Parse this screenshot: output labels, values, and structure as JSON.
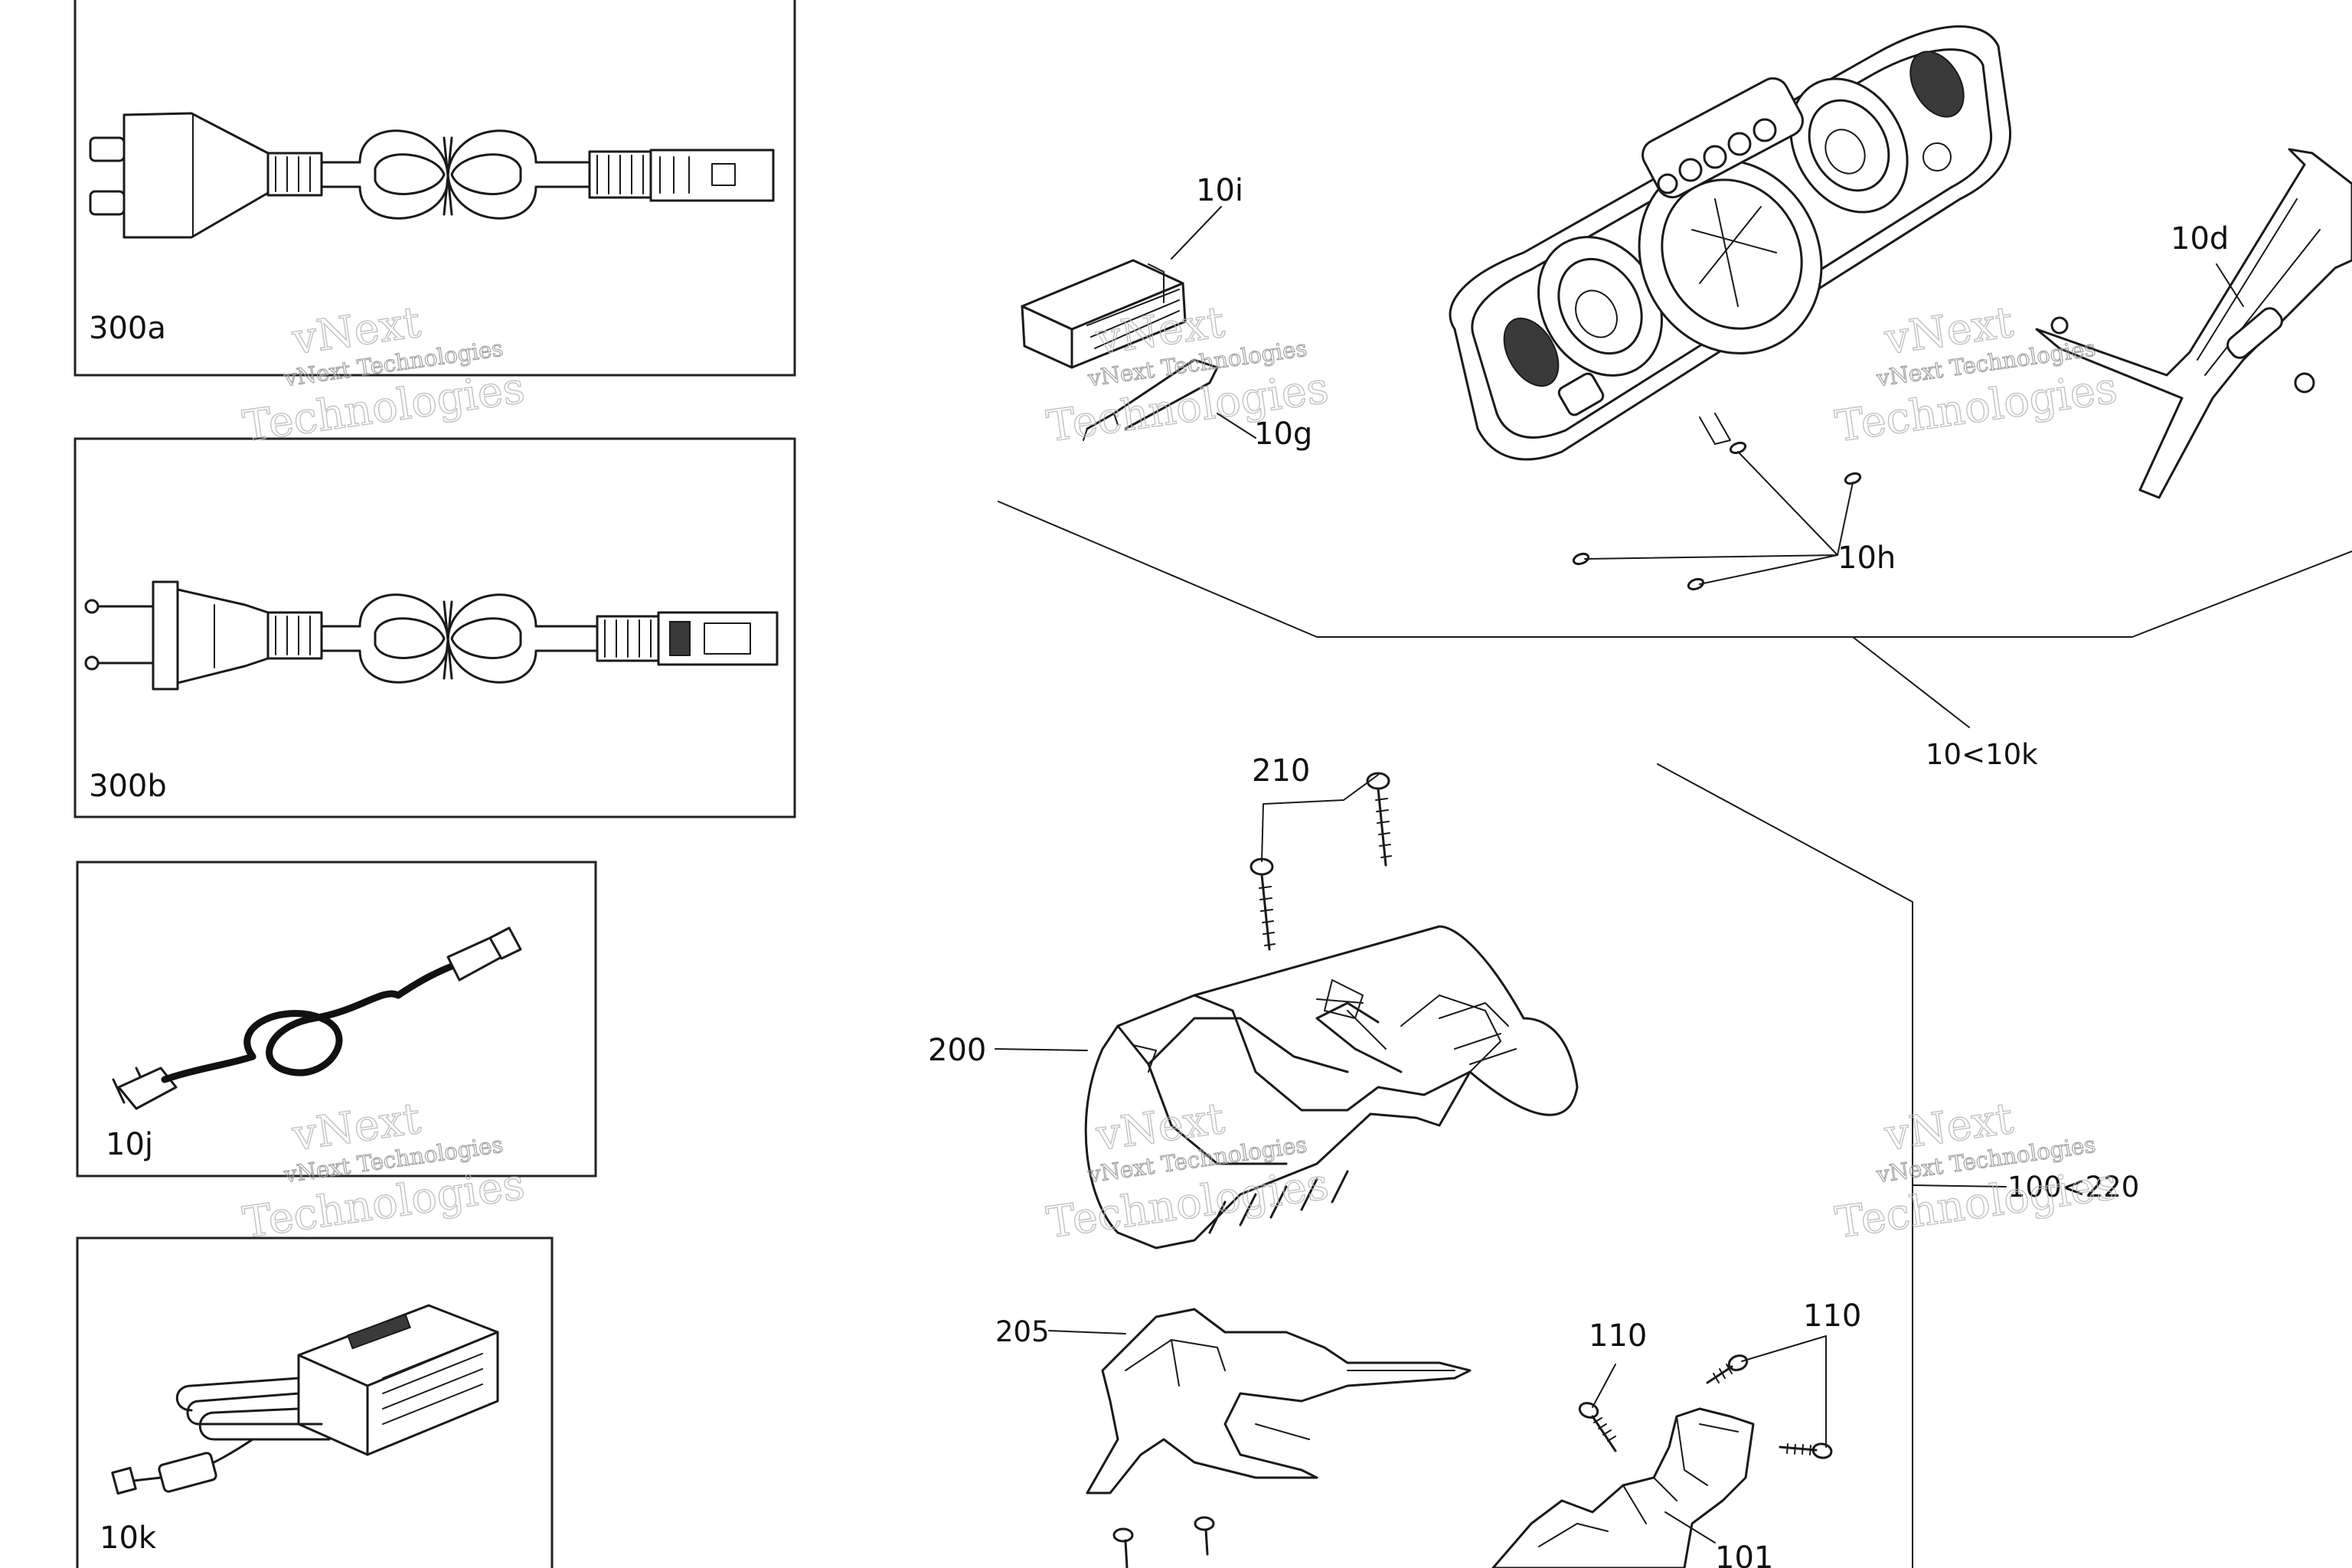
{
  "watermark": {
    "line1": "vNext",
    "line2": "Technologies",
    "full": "vNext Technologies"
  },
  "inset_boxes": [
    {
      "label": "300a"
    },
    {
      "label": "300b"
    },
    {
      "label": "10j"
    },
    {
      "label": "10k"
    }
  ],
  "callouts": {
    "c_10i": "10i",
    "c_10g": "10g",
    "c_10d": "10d",
    "c_10h": "10h",
    "c_10_10k": "10<10k",
    "c_210": "210",
    "c_200": "200",
    "c_100_220": "100<220",
    "c_205": "205",
    "c_110a": "110",
    "c_110b": "110",
    "c_101": "101"
  }
}
